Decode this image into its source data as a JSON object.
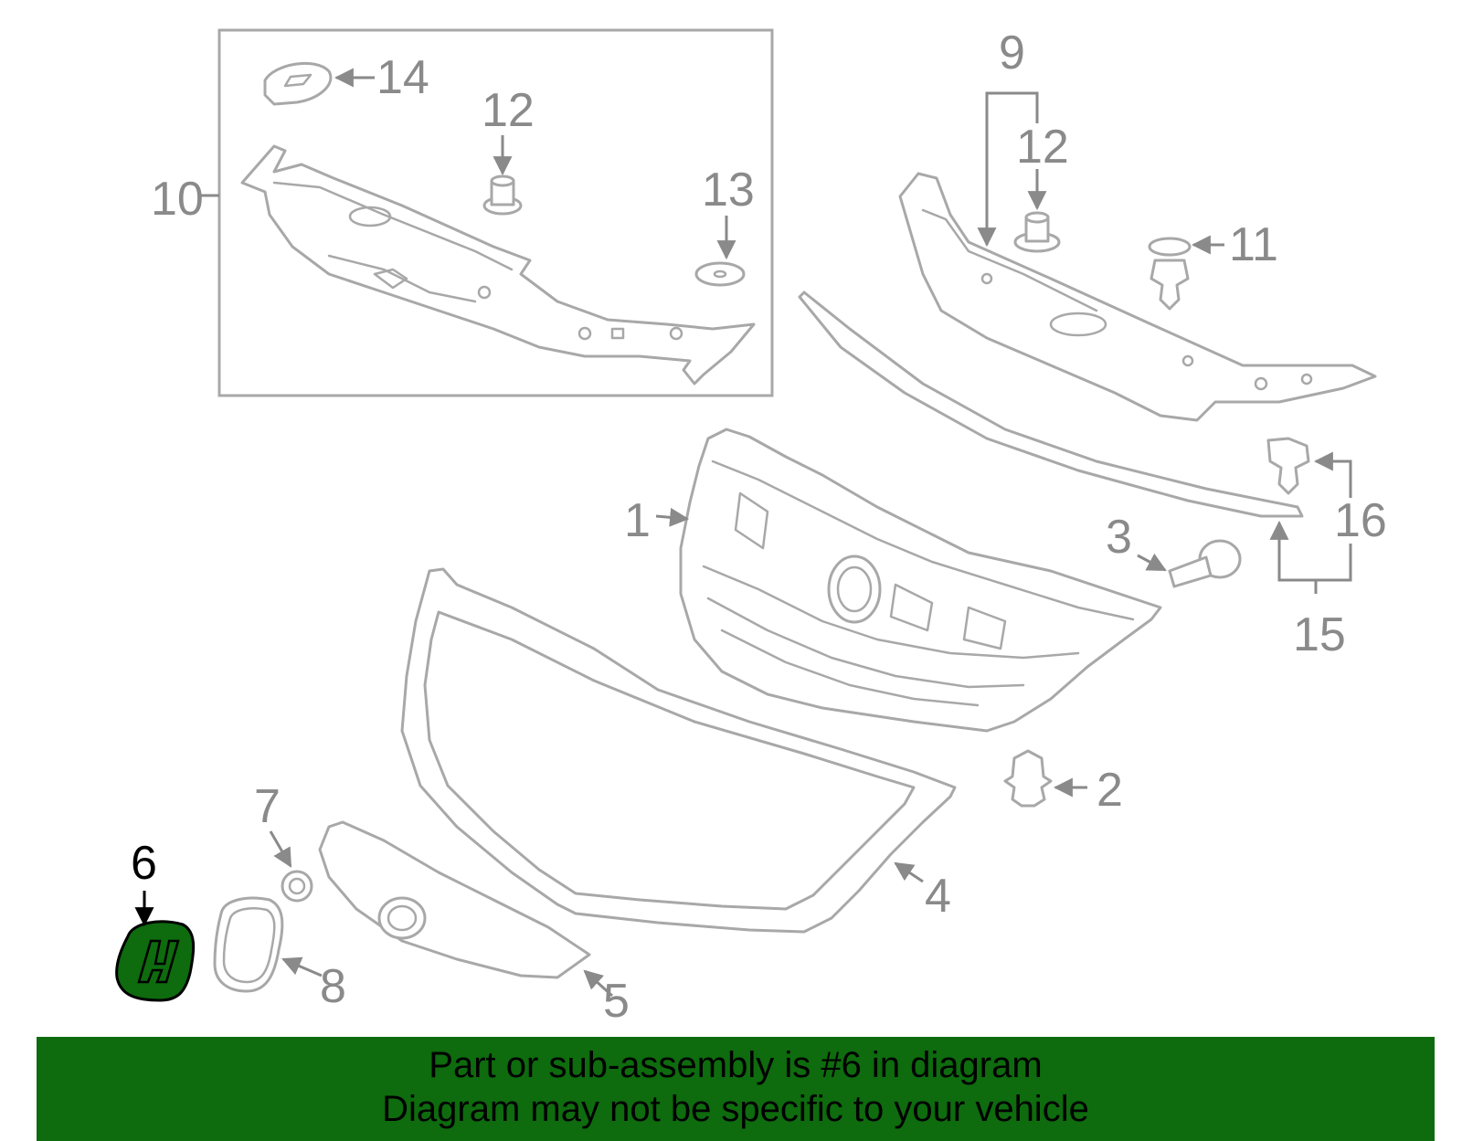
{
  "callouts": {
    "c1": "1",
    "c2": "2",
    "c3": "3",
    "c4": "4",
    "c5": "5",
    "c6": "6",
    "c7": "7",
    "c8": "8",
    "c9": "9",
    "c10": "10",
    "c11": "11",
    "c12a": "12",
    "c12b": "12",
    "c13": "13",
    "c14": "14",
    "c15": "15",
    "c16": "16"
  },
  "highlight": {
    "part_number": "6",
    "color": "#0e6b0e"
  },
  "banner": {
    "line1": "Part or sub-assembly is #6 in diagram",
    "line2": "Diagram may not be specific to your vehicle",
    "background": "#0e6b0e"
  }
}
